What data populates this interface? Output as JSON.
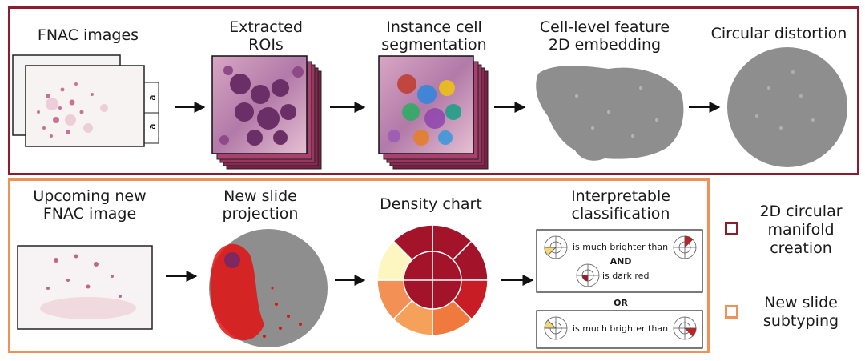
{
  "top_row": {
    "labels": {
      "fnac_images": "FNAC images",
      "extracted_rois": "Extracted\nROIs",
      "instance_seg": "Instance cell\nsegmentation",
      "embedding": "Cell-level feature\n2D embedding",
      "circular": "Circular distortion"
    },
    "thumbnail_letters": [
      "a",
      "a"
    ]
  },
  "bottom_row": {
    "labels": {
      "upcoming": "Upcoming new\nFNAC image",
      "projection": "New slide\nprojection",
      "density": "Density chart",
      "interpretable": "Interpretable\nclassification"
    },
    "rules": {
      "rule1_text": "is much brighter than",
      "and_text": "AND",
      "dark_red_text": "is dark red",
      "or_text": "OR",
      "rule2_text": "is much brighter than"
    }
  },
  "legend": {
    "creation": "2D circular\nmanifold\ncreation",
    "subtyping": "New slide\nsubtyping"
  },
  "colors": {
    "creation_frame": "#8c1c2e",
    "subtyping_frame": "#ee9258",
    "density_inner": "#a3132a",
    "density_pale": "#fdf6c0",
    "density_orange": "#f07a3e",
    "density_red": "#c81d24",
    "scatter_grey": "#8e8e8e",
    "projection_red": "#e01212"
  }
}
